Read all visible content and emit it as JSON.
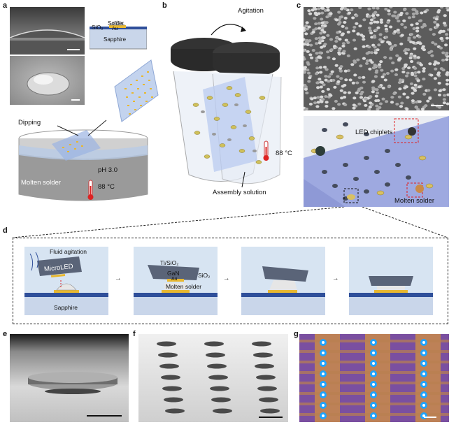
{
  "panels": {
    "a": {
      "letter": "a",
      "inset_labels": {
        "solder": "Solder",
        "sio2": "SiO₂",
        "au": "Au",
        "sapphire": "Sapphire"
      },
      "dipping": "Dipping",
      "ph": "pH 3.0",
      "molten_solder": "Molten solder",
      "temp": "88 °C"
    },
    "b": {
      "letter": "b",
      "agitation": "Agitation",
      "temp": "88 °C",
      "assembly_solution": "Assembly solution"
    },
    "c": {
      "letter": "c",
      "led_chiplets": "LED chiplets",
      "molten_solder": "Molten solder"
    },
    "d": {
      "letter": "d",
      "fluid_agitation": "Fluid agitation",
      "microled": "MicroLED",
      "sapphire": "Sapphire",
      "ti_sio2": "Ti/SiO₂",
      "gan": "GaN",
      "au": "Au",
      "sio2": "SiO₂",
      "molten_solder": "Molten solder"
    },
    "e": {
      "letter": "e"
    },
    "f": {
      "letter": "f"
    },
    "g": {
      "letter": "g"
    }
  },
  "colors": {
    "solder": "#e6e6e6",
    "au": "#e8b830",
    "sapphire": "#c9d6ea",
    "blue_layer": "#2f4f9a",
    "gan": "#5a6478",
    "led_blue": "#1fa4ff",
    "copper": "#c98a4a"
  }
}
